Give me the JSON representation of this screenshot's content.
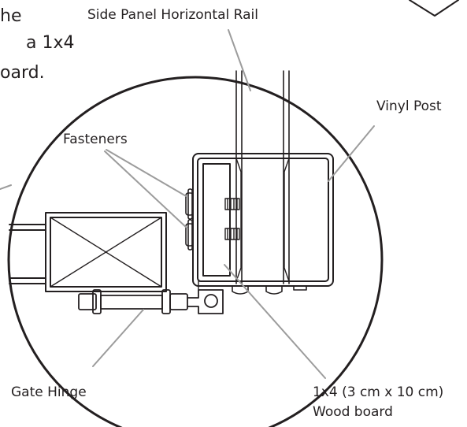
{
  "intro_text": {
    "line1": "he",
    "line2": "a 1x4",
    "line3": "oard."
  },
  "labels": {
    "side_rail": "Side Panel Horizontal Rail",
    "vinyl_post": "Vinyl Post",
    "fasteners": "Fasteners",
    "gate_hinge": "Gate Hinge",
    "wood_size": "1x4  (3 cm x 10 cm)",
    "wood_name": "Wood board"
  },
  "colors": {
    "ink": "#231f20",
    "leader": "#9c9c9c",
    "background": "#ffffff"
  }
}
